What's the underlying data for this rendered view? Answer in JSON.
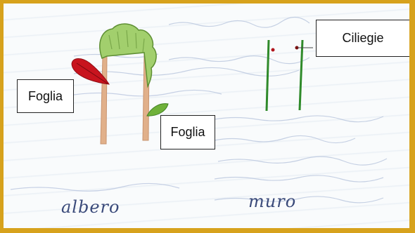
{
  "labels": {
    "leaf_left": "Foglia",
    "leaf_bottom": "Foglia",
    "cherries": "Ciliegie"
  },
  "handwriting": {
    "tree": "albero",
    "wall": "muro"
  },
  "colors": {
    "frame": "#d7a21c",
    "leaf_red": "#c8141e",
    "foliage_green": "#8fc05a",
    "trunk": "#d9a77e",
    "stem_green": "#2f8a2a",
    "ink_blue": "#3a4a7a"
  }
}
